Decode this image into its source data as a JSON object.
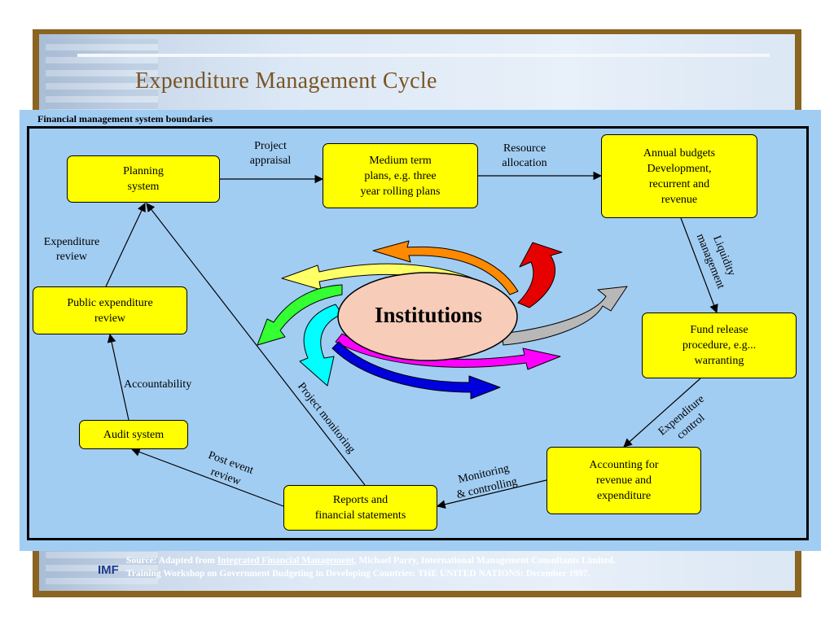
{
  "title": "Expenditure Management Cycle",
  "boundary_label": "Financial management system boundaries",
  "center": "Institutions",
  "nodes": {
    "planning": "Planning\nsystem",
    "medium_term": "Medium term\nplans, e.g. three\nyear rolling plans",
    "annual_budgets": "Annual budgets\nDevelopment,\nrecurrent and\nrevenue",
    "fund_release": "Fund release\nprocedure, e.g...\nwarranting",
    "accounting": "Accounting for\nrevenue and\nexpenditure",
    "reports": "Reports and\nfinancial statements",
    "audit": "Audit system",
    "public_review": "Public expenditure\nreview"
  },
  "edges": {
    "project_appraisal": "Project\nappraisal",
    "resource_allocation": "Resource\nallocation",
    "liquidity_management": "Liquidity\nmanagement",
    "expenditure_control": "Expenditure\ncontrol",
    "monitoring_controlling": "Monitoring\n& controlling",
    "post_event_review": "Post event\nreview",
    "accountability": "Accountability",
    "expenditure_review": "Expenditure\nreview",
    "project_monitoring": "Project monitoring"
  },
  "source": {
    "prefix": "Source: Adapted from ",
    "reference": "Integrated Financial Management",
    "suffix": ", Michael Parry, International Management Consultants Limited.",
    "line2": "Training Workshop on Government Budgeting in Developing Countries: THE UNITED NATIONS: December 1997."
  },
  "logo": "IMF",
  "colors": {
    "node_fill": "#ffff00",
    "panel": "#a2cdf3",
    "title": "#7a5524",
    "frame": "#8a6420",
    "ellipse": "#f7ccb8",
    "swirl": [
      "#ff8a00",
      "#ffff66",
      "#e60000",
      "#33ff33",
      "#b8b8b8",
      "#00ffff",
      "#ff00ff",
      "#0000dd",
      "#3344dd"
    ]
  }
}
